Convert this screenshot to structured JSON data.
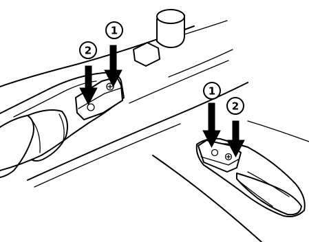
{
  "figure": {
    "driver_panel": {
      "callout_1": "1",
      "callout_2": "2"
    },
    "passenger_panel": {
      "callout_1": "1",
      "callout_2": "2"
    }
  }
}
